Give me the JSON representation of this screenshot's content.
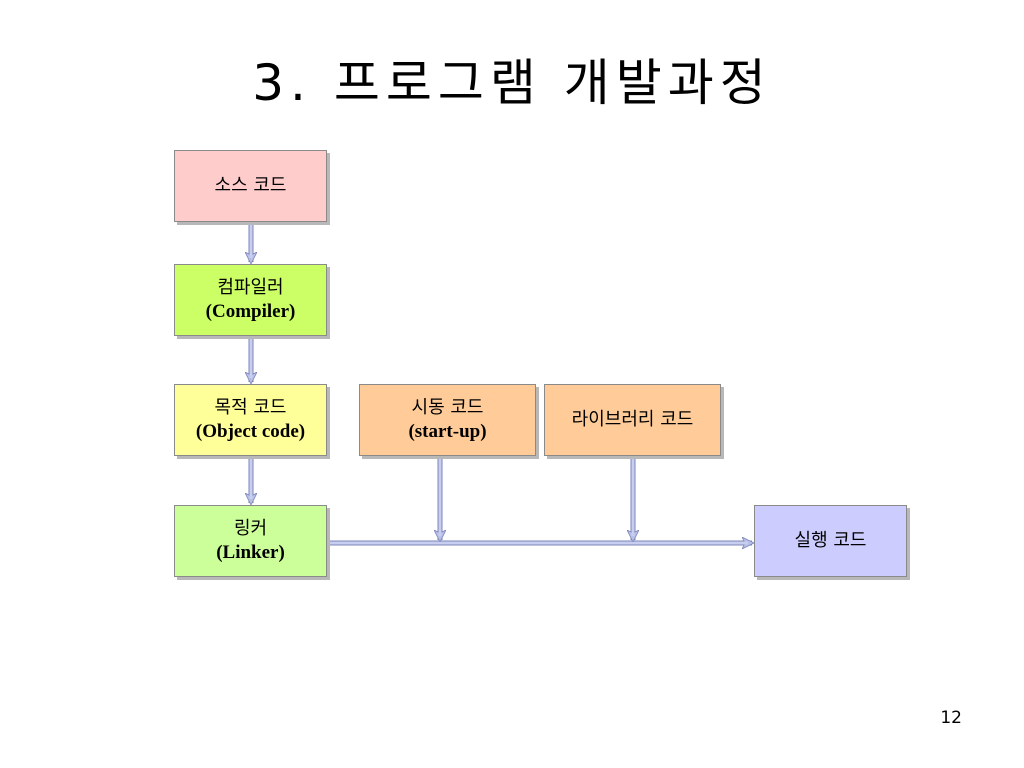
{
  "slide": {
    "title": "3. 프로그램 개발과정",
    "page_number": "12"
  },
  "nodes": {
    "source": {
      "line1": "소스 코드"
    },
    "compiler": {
      "line1": "컴파일러",
      "line2": "(Compiler)"
    },
    "object": {
      "line1": "목적 코드",
      "line2": "(Object code)"
    },
    "linker": {
      "line1": "링커",
      "line2": "(Linker)"
    },
    "startup": {
      "line1": "시동 코드",
      "line2": "(start-up)"
    },
    "library": {
      "line1": "라이브러리 코드"
    },
    "executable": {
      "line1": "실행 코드"
    }
  },
  "edges": [
    {
      "from": "소스 코드",
      "to": "컴파일러"
    },
    {
      "from": "컴파일러",
      "to": "목적 코드"
    },
    {
      "from": "목적 코드",
      "to": "링커"
    },
    {
      "from": "링커",
      "to": "실행 코드"
    },
    {
      "from": "시동 코드",
      "to": "링커 → 실행 코드"
    },
    {
      "from": "라이브러리 코드",
      "to": "링커 → 실행 코드"
    }
  ],
  "colors": {
    "source": "#ffcccc",
    "compiler": "#ccff66",
    "object": "#ffff99",
    "linker": "#ccff99",
    "startup": "#ffcc99",
    "library": "#ffcc99",
    "executable": "#ccccff",
    "connector": "#b8c0e8"
  }
}
